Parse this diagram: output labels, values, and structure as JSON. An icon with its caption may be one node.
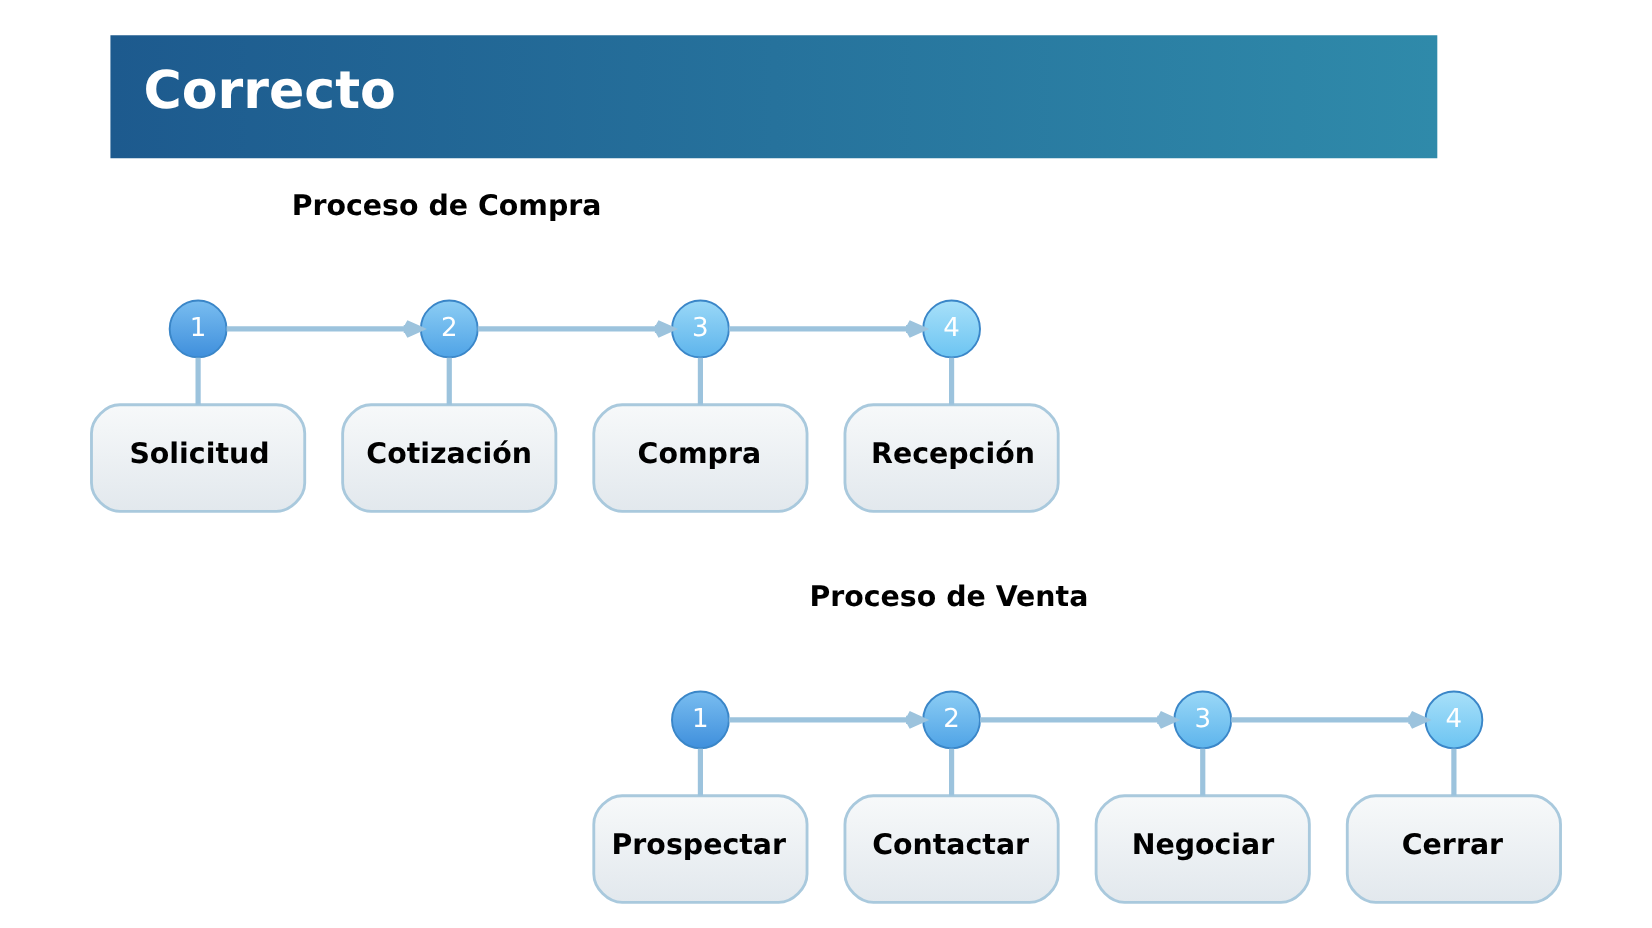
{
  "diagram": {
    "title": "Correcto",
    "nodes": [
      {
        "text": [
          "1"
        ]
      },
      {
        "text": [
          "2"
        ]
      },
      {
        "text": [
          "3"
        ]
      },
      {
        "text": [
          "4"
        ]
      },
      {
        "text": [
          "Solicitud"
        ]
      },
      {
        "text": [
          "Cotización"
        ]
      },
      {
        "text": [
          "Compra"
        ]
      },
      {
        "text": [
          "Recepción"
        ]
      },
      {
        "text": [
          "1"
        ]
      },
      {
        "text": [
          "2"
        ]
      },
      {
        "text": [
          "3"
        ]
      },
      {
        "text": [
          "4"
        ]
      },
      {
        "text": [
          "Prospectar"
        ]
      },
      {
        "text": [
          "Contactar"
        ]
      },
      {
        "text": [
          "Negociar"
        ]
      },
      {
        "text": [
          "Cerrar"
        ]
      }
    ],
    "edges": [
      {
        "from": 0,
        "to": 1,
        "arrow": "to"
      },
      {
        "from": 1,
        "to": 2,
        "arrow": "to"
      },
      {
        "from": 2,
        "to": 3,
        "arrow": "to"
      },
      {
        "from": 0,
        "to": 4,
        "arrow": "none"
      },
      {
        "from": 1,
        "to": 5,
        "arrow": "none"
      },
      {
        "from": 2,
        "to": 6,
        "arrow": "none"
      },
      {
        "from": 3,
        "to": 7,
        "arrow": "none"
      },
      {
        "from": 8,
        "to": 9,
        "arrow": "to"
      },
      {
        "from": 9,
        "to": 10,
        "arrow": "to"
      },
      {
        "from": 10,
        "to": 11,
        "arrow": "to"
      },
      {
        "from": 8,
        "to": 12,
        "arrow": "none"
      },
      {
        "from": 9,
        "to": 13,
        "arrow": "none"
      },
      {
        "from": 10,
        "to": 14,
        "arrow": "none"
      },
      {
        "from": 11,
        "to": 15,
        "arrow": "none"
      }
    ],
    "labels": [
      "Proceso de Compra",
      "Proceso de Venta"
    ]
  }
}
